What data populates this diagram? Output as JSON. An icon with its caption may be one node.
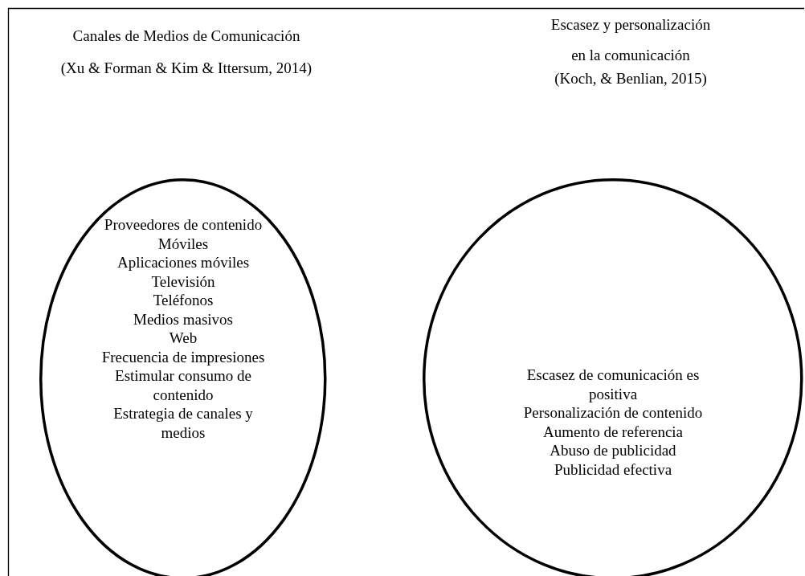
{
  "diagram": {
    "nodes": [
      {
        "text": [
          "Proveedores de contenido",
          "Móviles",
          "Aplicaciones móviles",
          "Televisión",
          "Teléfonos",
          "Medios masivos",
          "Web",
          "Frecuencia de impresiones",
          "Estimular consumo de contenido",
          "Estrategia de canales y medios"
        ],
        "beside": [
          "Canales de Medios de Comunicación",
          "(Xu & Forman & Kim & Ittersum, 2014)"
        ]
      },
      {
        "text": [
          "Escasez de comunicación es positiva",
          "Personalización de contenido",
          "Aumento de referencia",
          "Abuso de publicidad",
          "Publicidad efectiva"
        ],
        "beside": [
          "Escasez y personalización en la comunicación",
          "(Koch, & Benlian, 2015)"
        ]
      }
    ]
  }
}
